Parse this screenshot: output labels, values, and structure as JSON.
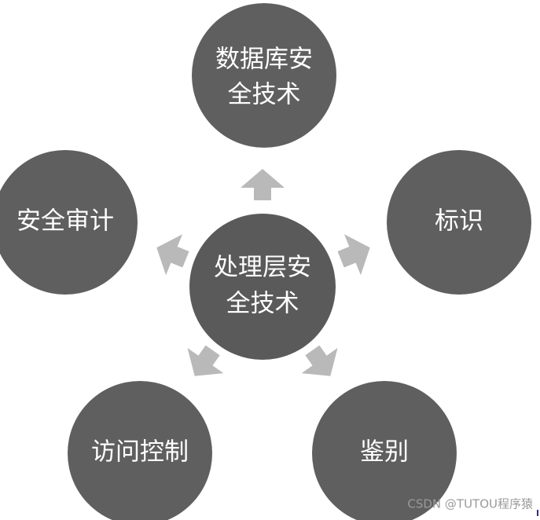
{
  "center": {
    "line1": "处理层安",
    "line2": "全技术"
  },
  "nodes": {
    "top": {
      "line1": "数据库安",
      "line2": "全技术"
    },
    "right": {
      "label": "标识"
    },
    "bottom_right": {
      "label": "鉴别"
    },
    "bottom_left": {
      "label": "访问控制"
    },
    "left": {
      "label": "安全审计"
    }
  },
  "watermark": "CSDN @TUTOU程序猿",
  "colors": {
    "node_fill": "#5f5f5f",
    "center_fill": "#5a5a5a",
    "arrow_fill": "#b9b9b9",
    "text": "#ffffff"
  }
}
